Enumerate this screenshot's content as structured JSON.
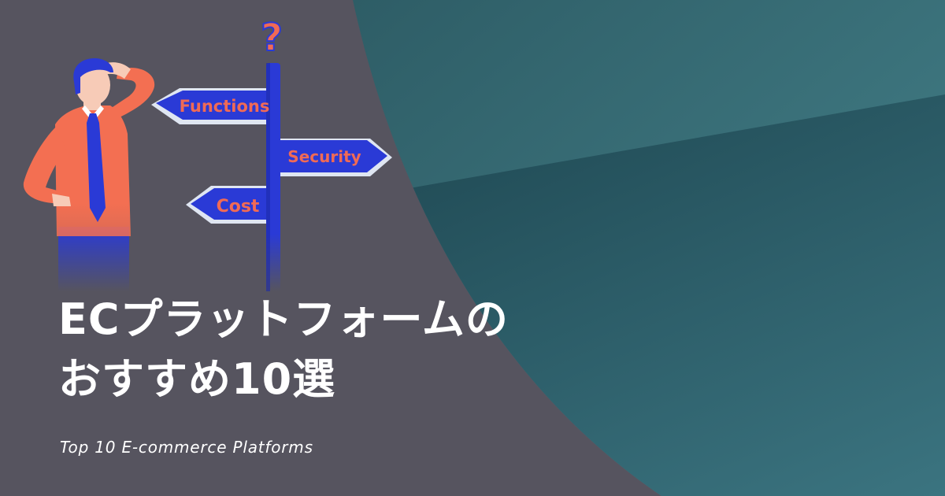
{
  "hero": {
    "title_line1": "ECプラットフォームの",
    "title_line2": "おすすめ10選",
    "subtitle": "Top 10 E-commerce Platforms"
  },
  "illustration": {
    "question_mark": "?",
    "signs": [
      "Functions",
      "Security",
      "Cost"
    ],
    "icon": "confused-businessman-with-signpost"
  },
  "colors": {
    "background": "#56545f",
    "teal_light": "#3f7d86",
    "teal_dark": "#1c4650",
    "sign_blue": "#2a3ad6",
    "sign_text": "#f06a55",
    "shirt": "#f36f52",
    "text": "#ffffff"
  }
}
